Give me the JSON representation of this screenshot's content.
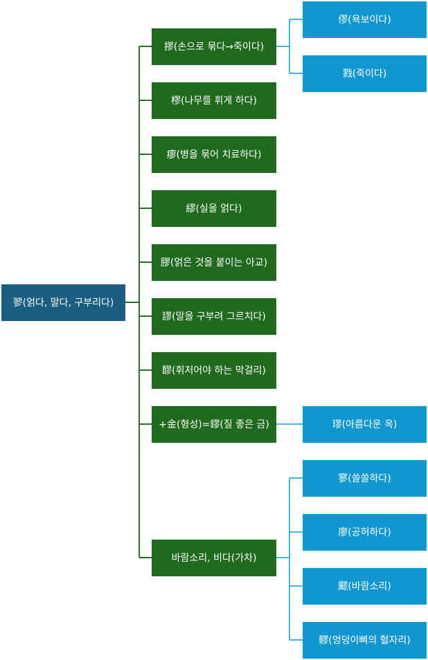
{
  "diagram": {
    "colors": {
      "root": "#1b5e82",
      "branch": "#1f6a1f",
      "leaf": "#1097d0",
      "connector": "#2f6b2f",
      "leaf_connector": "#1097d0"
    },
    "root": {
      "label": "翏(얽다, 말다, 구부리다)"
    },
    "branches": [
      {
        "label": "摎(손으로 묶다→죽이다)"
      },
      {
        "label": "樛(나무를 휘게 하다)"
      },
      {
        "label": "瘳(병을 묶어 치료하다)"
      },
      {
        "label": "繆(실을 얽다)"
      },
      {
        "label": "膠(얽은 것을 붙이는 아교)"
      },
      {
        "label": "謬(말을 구부려 그르치다)"
      },
      {
        "label": "醪(휘저어야 하는 막걸리)"
      },
      {
        "label": "+金(형성)=鏐(질 좋은 금)"
      },
      {
        "label": "바람소리, 비다(가차)"
      }
    ],
    "leaves": [
      {
        "label": "僇(욕보이다)"
      },
      {
        "label": "戮(죽이다)"
      },
      {
        "label": "璆(아름다운 옥)"
      },
      {
        "label": "寥(쓸쓸하다)"
      },
      {
        "label": "廖(공허하다)"
      },
      {
        "label": "飂(바람소리)"
      },
      {
        "label": "髎(엉덩이뼈의 혈자리)"
      }
    ]
  }
}
